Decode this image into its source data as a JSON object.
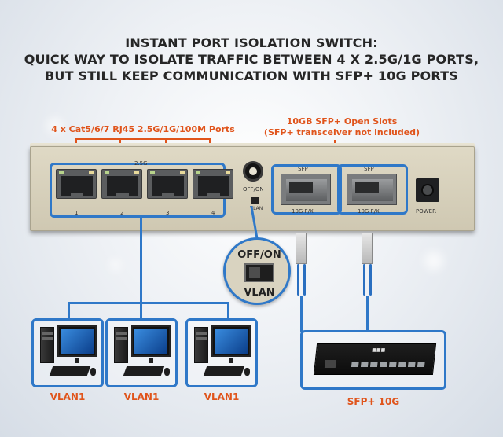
{
  "headline": {
    "line1": "INSTANT PORT ISOLATION SWITCH:",
    "line2": "QUICK WAY TO ISOLATE TRAFFIC BETWEEN 4 X 2.5G/1G PORTS,",
    "line3": "BUT STILL KEEP COMMUNICATION WITH SFP+ 10G PORTS"
  },
  "callouts": {
    "rj45_ports": "4 x Cat5/6/7 RJ45 2.5G/1G/100M Ports",
    "sfp_line1": "10GB SFP+ Open Slots",
    "sfp_line2": "(SFP+ transceiver not included)"
  },
  "switch": {
    "group_label": "2.5G",
    "ports": [
      "1",
      "2",
      "3",
      "4"
    ],
    "toggle_label": "OFF/ON",
    "toggle_sub": "VLAN",
    "sfp_ports": [
      {
        "top": "SFP",
        "bottom": "10G F/X"
      },
      {
        "top": "SFP",
        "bottom": "10G F/X"
      }
    ],
    "power_label": "POWER"
  },
  "zoom": {
    "top": "OFF/ON",
    "bottom": "VLAN"
  },
  "clients": [
    "VLAN1",
    "VLAN1",
    "VLAN1"
  ],
  "uplink": {
    "label": "SFP+ 10G"
  },
  "colors": {
    "accent": "#e0541b",
    "frame": "#2f78c8"
  }
}
